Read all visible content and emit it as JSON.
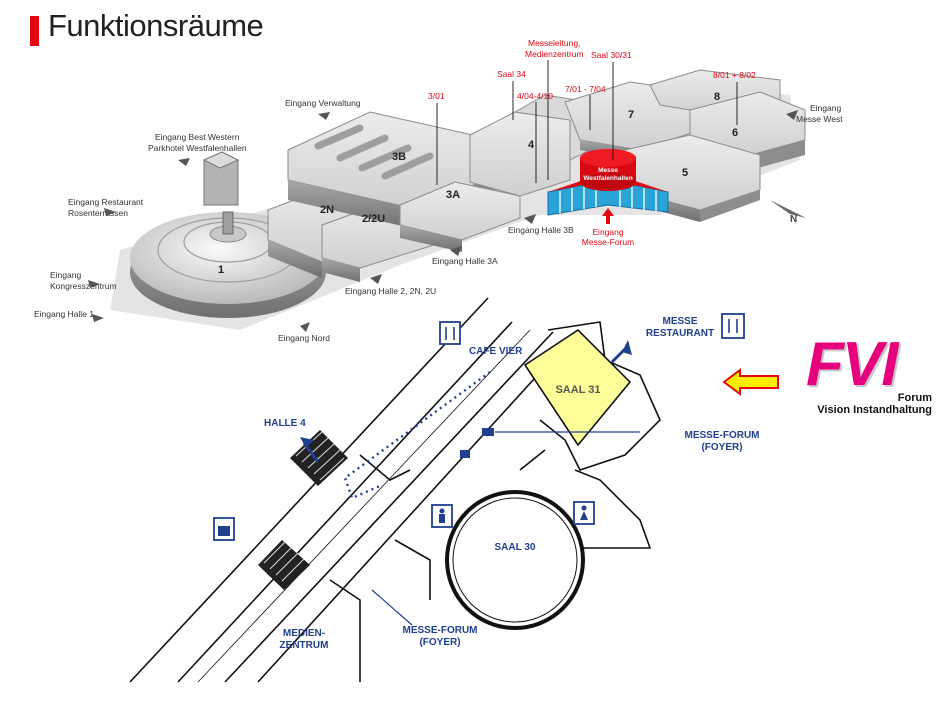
{
  "title": "Funktionsräume",
  "upper_map": {
    "halls": [
      "1",
      "2N",
      "2/2U",
      "3A",
      "3B",
      "4",
      "5",
      "6",
      "7",
      "8"
    ],
    "entrances": {
      "verwaltung": "Eingang Verwaltung",
      "best_western_1": "Eingang Best Western",
      "best_western_2": "Parkhotel Westfalenhallen",
      "restaurant_1": "Eingang Restaurant",
      "restaurant_2": "Rosenterrassen",
      "kongress_1": "Eingang",
      "kongress_2": "Kongresszentrum",
      "halle1": "Eingang Halle 1",
      "nord": "Eingang Nord",
      "halle2": "Eingang Halle 2, 2N, 2U",
      "halle3a": "Eingang Halle 3A",
      "halle3b": "Eingang Halle 3B",
      "messe_west_1": "Eingang",
      "messe_west_2": "Messe West",
      "forum_1": "Eingang",
      "forum_2": "Messe-Forum"
    },
    "red_labels": {
      "h301": "3/01",
      "saal34": "Saal 34",
      "messeleitung_1": "Messeleitung,",
      "messeleitung_2": "Medienzentrum",
      "saal3031": "Saal 30/31",
      "r404": "4/04-4/10",
      "r701": "7/01 - 7/04",
      "r801": "8/01 + 8/02"
    },
    "rotunda_1": "Messe",
    "rotunda_2": "Westfalenhallen",
    "compass": "N"
  },
  "floor_plan": {
    "cafe": "CAFE VIER",
    "restaurant_1": "MESSE",
    "restaurant_2": "RESTAURANT",
    "saal31": "SAAL 31",
    "halle4": "HALLE 4",
    "foyer_top_1": "MESSE-FORUM",
    "foyer_top_2": "(FOYER)",
    "saal30": "SAAL 30",
    "medien_1": "MEDIEN-",
    "medien_2": "ZENTRUM",
    "foyer_bottom_1": "MESSE-FORUM",
    "foyer_bottom_2": "(FOYER)"
  },
  "logo": {
    "fvi": "FVI",
    "line1": "Forum",
    "line2": "Vision Instandhaltung"
  },
  "colors": {
    "red": "#e30613",
    "blue": "#1f3f8f",
    "saal31_fill": "#ffff99",
    "logo_pink": "#e6007e"
  }
}
